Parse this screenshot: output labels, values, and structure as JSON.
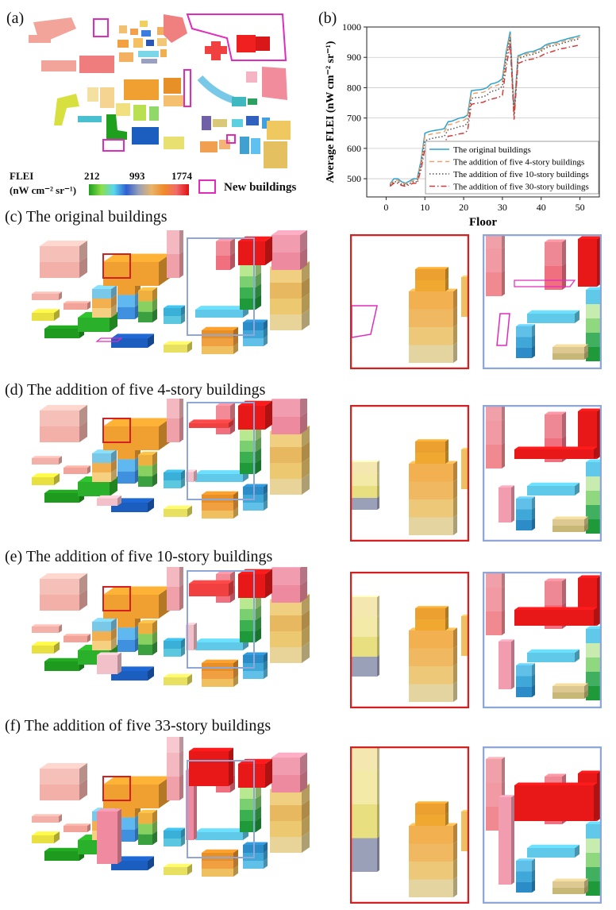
{
  "panels": {
    "a_label": "(a)",
    "b_label": "(b)",
    "c_label": "(c) The original buildings",
    "d_label": "(d) The addition of five 4-story buildings",
    "e_label": "(e) The addition of five 10-story buildings",
    "f_label": "(f) The addition of five 33-story buildings"
  },
  "map_legend": {
    "flei_title": "FLEI",
    "flei_unit": "(nW cm⁻² sr⁻¹)",
    "ticks": [
      "212",
      "993",
      "1774"
    ],
    "new_buildings_label": "New buildings",
    "new_buildings_color": "#e02bbd",
    "colorbar_stops": [
      "#1ea01e",
      "#8bdf4a",
      "#5ad6f0",
      "#2f5fd0",
      "#9aa0b8",
      "#e8b46a",
      "#f08a2a",
      "#f06a6a",
      "#e01010"
    ]
  },
  "highlight_colors": {
    "red_box": "#d42020",
    "blue_box": "#8fa6d8"
  },
  "chart_data": {
    "type": "line",
    "xlabel": "Floor",
    "ylabel": "Average FLEI (nW cm⁻² sr⁻¹)",
    "xlim": [
      -5,
      55
    ],
    "ylim": [
      440,
      1000
    ],
    "xticks": [
      "0",
      "10",
      "20",
      "30",
      "40",
      "50"
    ],
    "yticks": [
      "500",
      "600",
      "700",
      "800",
      "900",
      "1000"
    ],
    "grid": "horizontal",
    "legend_position": "bottom-right",
    "series": [
      {
        "name": "The original buildings",
        "color": "#2aa2cf",
        "dash": "solid",
        "x": [
          1,
          2,
          3,
          4,
          5,
          6,
          7,
          8,
          9,
          10,
          11,
          12,
          13,
          14,
          15,
          16,
          17,
          18,
          19,
          20,
          21,
          22,
          23,
          24,
          25,
          26,
          27,
          28,
          29,
          30,
          31,
          32,
          33,
          34,
          35,
          36,
          37,
          38,
          39,
          40,
          41,
          42,
          43,
          44,
          45,
          46,
          47,
          48,
          49,
          50
        ],
        "y": [
          483,
          500,
          500,
          490,
          485,
          492,
          500,
          500,
          560,
          650,
          655,
          658,
          660,
          662,
          665,
          688,
          690,
          695,
          700,
          702,
          710,
          790,
          792,
          793,
          795,
          800,
          812,
          815,
          820,
          830,
          920,
          985,
          720,
          905,
          910,
          915,
          918,
          920,
          925,
          930,
          940,
          945,
          948,
          950,
          955,
          958,
          962,
          965,
          968,
          972
        ]
      },
      {
        "name": "The addition of five 4-story buildings",
        "color": "#e8a46a",
        "dash": "dashed",
        "x": [
          1,
          2,
          3,
          4,
          5,
          6,
          7,
          8,
          9,
          10,
          11,
          12,
          13,
          14,
          15,
          16,
          17,
          18,
          19,
          20,
          21,
          22,
          23,
          24,
          25,
          26,
          27,
          28,
          29,
          30,
          31,
          32,
          33,
          34,
          35,
          36,
          37,
          38,
          39,
          40,
          41,
          42,
          43,
          44,
          45,
          46,
          47,
          48,
          49,
          50
        ],
        "y": [
          480,
          495,
          495,
          486,
          482,
          488,
          495,
          495,
          555,
          640,
          645,
          648,
          650,
          652,
          655,
          678,
          680,
          685,
          690,
          692,
          700,
          780,
          782,
          783,
          785,
          790,
          802,
          805,
          810,
          820,
          910,
          975,
          715,
          900,
          905,
          910,
          913,
          915,
          920,
          925,
          935,
          940,
          943,
          945,
          950,
          953,
          957,
          960,
          963,
          966
        ]
      },
      {
        "name": "The addition of five 10-story buildings",
        "color": "#555555",
        "dash": "dotted",
        "x": [
          1,
          2,
          3,
          4,
          5,
          6,
          7,
          8,
          9,
          10,
          11,
          12,
          13,
          14,
          15,
          16,
          17,
          18,
          19,
          20,
          21,
          22,
          23,
          24,
          25,
          26,
          27,
          28,
          29,
          30,
          31,
          32,
          33,
          34,
          35,
          36,
          37,
          38,
          39,
          40,
          41,
          42,
          43,
          44,
          45,
          46,
          47,
          48,
          49,
          50
        ],
        "y": [
          478,
          490,
          490,
          482,
          479,
          484,
          490,
          490,
          545,
          625,
          630,
          633,
          636,
          638,
          640,
          662,
          664,
          668,
          672,
          674,
          682,
          765,
          767,
          768,
          770,
          775,
          788,
          790,
          795,
          805,
          900,
          965,
          710,
          895,
          900,
          905,
          908,
          910,
          915,
          920,
          930,
          935,
          938,
          940,
          945,
          948,
          952,
          955,
          958,
          962
        ]
      },
      {
        "name": "The addition of five 30-story buildings",
        "color": "#d43a3a",
        "dash": "dashdot",
        "x": [
          1,
          2,
          3,
          4,
          5,
          6,
          7,
          8,
          9,
          10,
          11,
          12,
          13,
          14,
          15,
          16,
          17,
          18,
          19,
          20,
          21,
          22,
          23,
          24,
          25,
          26,
          27,
          28,
          29,
          30,
          31,
          32,
          33,
          34,
          35,
          36,
          37,
          38,
          39,
          40,
          41,
          42,
          43,
          44,
          45,
          46,
          47,
          48,
          49,
          50
        ],
        "y": [
          475,
          485,
          485,
          478,
          475,
          480,
          485,
          485,
          530,
          600,
          605,
          608,
          612,
          615,
          618,
          640,
          642,
          645,
          648,
          650,
          658,
          745,
          748,
          750,
          752,
          758,
          762,
          765,
          768,
          775,
          870,
          945,
          695,
          880,
          885,
          890,
          893,
          895,
          900,
          905,
          912,
          916,
          920,
          924,
          928,
          930,
          933,
          936,
          938,
          942
        ]
      }
    ]
  }
}
